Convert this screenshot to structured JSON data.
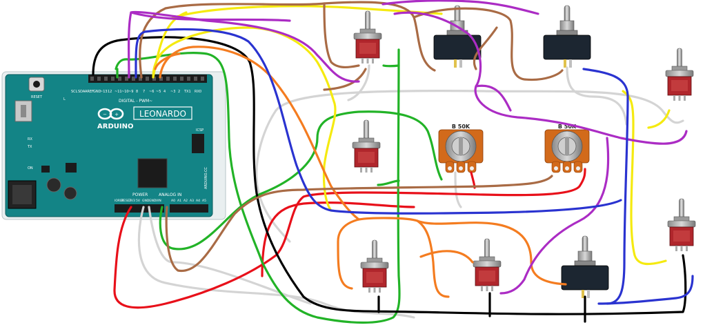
{
  "board": {
    "brand": "ARDUINO",
    "model": "LEONARDO",
    "digital_label": "DIGITAL - PWM~",
    "power_label": "POWER",
    "analog_label": "ANALOG IN",
    "icsp_label": "ICSP",
    "reset_label": "RESET",
    "tx_label": "TX",
    "rx_label": "RX",
    "on_label": "ON",
    "l_label": "L",
    "site_label": "ARDUINO.CC",
    "top_pins": [
      "SCL",
      "SDA",
      "AREF",
      "GND",
      "~13",
      "12",
      "~11",
      "~10",
      "~9",
      "8",
      "7",
      "~6",
      "~5",
      "4",
      "~3",
      "2",
      "TX1",
      "RX0"
    ],
    "power_pins": [
      "IOREF",
      "RESET",
      "3V3",
      "5V",
      "GND",
      "GND",
      "VIN"
    ],
    "analog_pins": [
      "A0",
      "A1",
      "A2",
      "A3",
      "A4",
      "A5"
    ]
  },
  "potentiometers": [
    {
      "id": "pot-1",
      "label": "B 50K"
    },
    {
      "id": "pot-2",
      "label": "B 50K"
    }
  ],
  "colors": {
    "black": "#000000",
    "red": "#e8101a",
    "white": "#d4d4d4",
    "green": "#22b327",
    "yellow": "#f5ea10",
    "orange": "#f47c20",
    "brown": "#a96b45",
    "purple": "#ab2cc4",
    "blue": "#2a33d0",
    "board": "#138486",
    "switch_body": "#b0262c"
  }
}
